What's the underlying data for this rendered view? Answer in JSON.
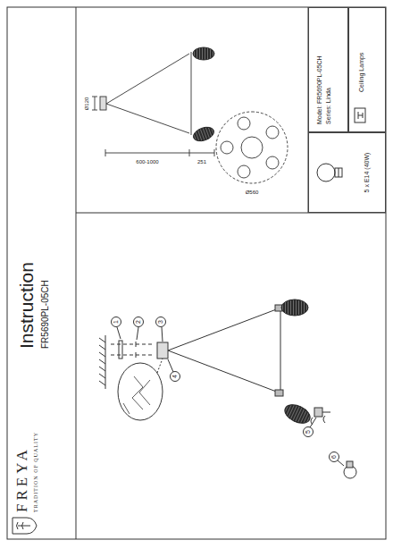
{
  "diagram": {
    "title": "Instruction",
    "nodes": [
      {
        "text": [
          "5 x E14 (40W)"
        ]
      },
      {
        "text": [
          "Model: FR5690PL-05CH",
          "Series: Linda"
        ]
      },
      {
        "text": [
          "Ceiling Lamps"
        ]
      }
    ],
    "labels": [
      "FREYA",
      "TRADITION OF QUALITY",
      "FR5690PL-05CH",
      "Ø120",
      "600-1000",
      "251",
      "Ø560",
      "1",
      "2",
      "3",
      "4",
      "5",
      "6"
    ]
  }
}
